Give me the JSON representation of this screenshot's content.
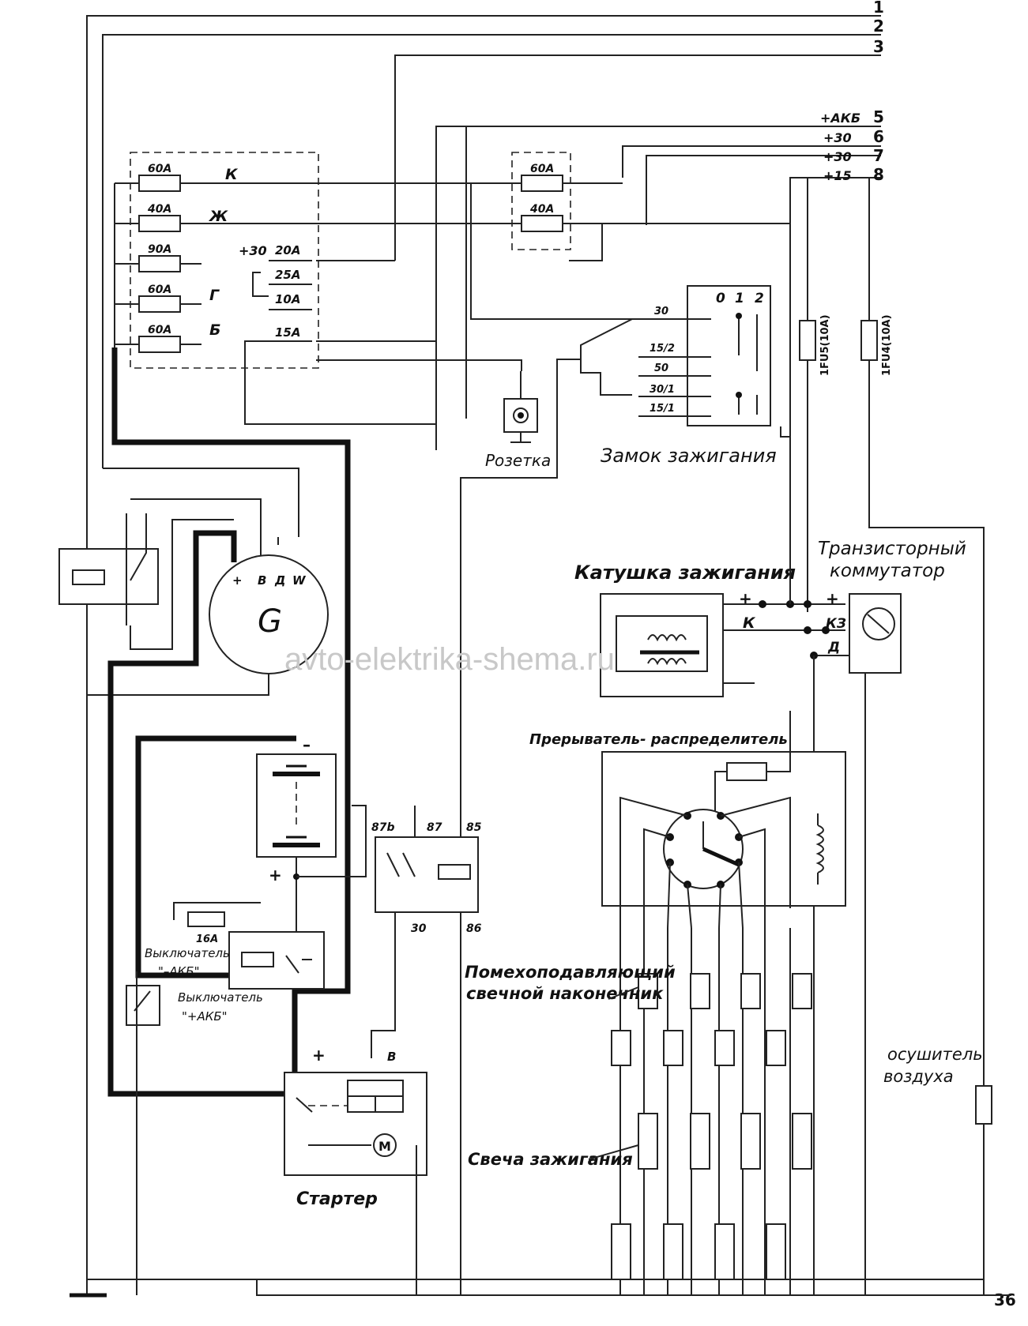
{
  "wires": [
    {
      "num": "1",
      "label": ""
    },
    {
      "num": "2",
      "label": ""
    },
    {
      "num": "3",
      "label": ""
    },
    {
      "num": "5",
      "label": "+АКБ"
    },
    {
      "num": "6",
      "label": "+30"
    },
    {
      "num": "7",
      "label": "+30"
    },
    {
      "num": "8",
      "label": "+15"
    },
    {
      "num": "36",
      "label": ""
    }
  ],
  "fuse_block_left": {
    "fuses": [
      "60А",
      "40А",
      "90А",
      "60А",
      "60А"
    ],
    "terminals": [
      "К",
      "Ж",
      "Г",
      "Б"
    ],
    "small_fuses": [
      "20А",
      "25А",
      "10А",
      "15А"
    ],
    "plus30": "+30"
  },
  "fuse_block_mid": {
    "fuses": [
      "60А",
      "40А"
    ]
  },
  "ignition_switch": {
    "title": "Замок зажигания",
    "positions": [
      "0",
      "1",
      "2"
    ],
    "contacts": [
      "30",
      "15/2",
      "50",
      "30/1",
      "15/1"
    ]
  },
  "socket": {
    "title": "Розетка"
  },
  "fuses_right": [
    "1FU5(10А)",
    "1FU4(10А)"
  ],
  "generator": {
    "letter": "G",
    "terminals": [
      "+",
      "В",
      "Д",
      "W"
    ]
  },
  "coil": {
    "title": "Катушка зажигания",
    "terminals": [
      "+",
      "К"
    ]
  },
  "commutator": {
    "title_1": "Транзисторный",
    "title_2": "коммутатор",
    "terminals": [
      "+",
      "КЗ",
      "Д"
    ]
  },
  "distributor": {
    "title": "Прерыватель- распределитель"
  },
  "relay": {
    "pins": [
      "87b",
      "87",
      "85",
      "30",
      "86"
    ]
  },
  "battery": {
    "minus": "–",
    "plus": "+"
  },
  "battery_fuse": "16А",
  "switch_minus": {
    "line_1": "Выключатель",
    "line_2": "\"–АКБ\""
  },
  "switch_plus": {
    "line_1": "Выключатель",
    "line_2": "\"+АКБ\""
  },
  "starter": {
    "title": "Стартер",
    "plus": "+",
    "terminal_b": "В",
    "motor": "М"
  },
  "suppressor": {
    "line_1": "Помехоподавляющий",
    "line_2": "свечной наконечник"
  },
  "spark_plug": {
    "title": "Свеча зажигания"
  },
  "air_dryer": {
    "line_1": "осушитель",
    "line_2": "воздуха"
  },
  "watermark": "avto-elektrika-shema.ru"
}
